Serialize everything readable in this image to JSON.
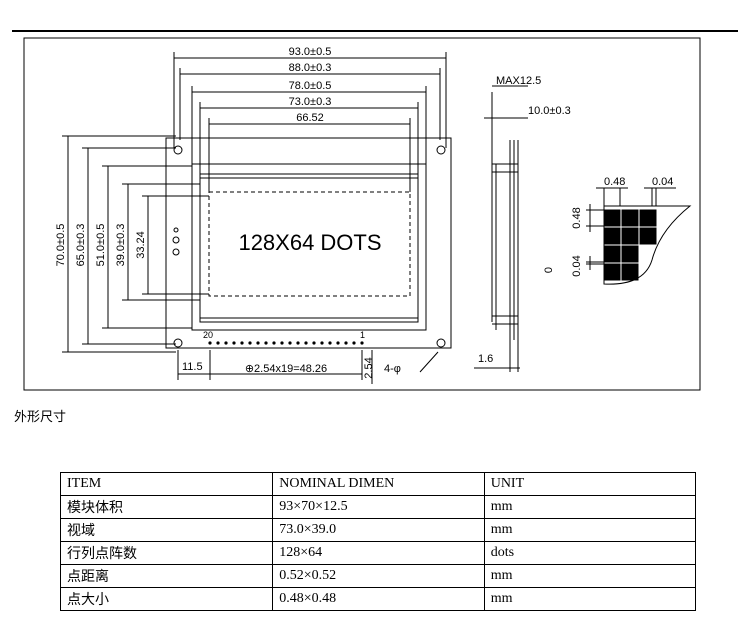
{
  "drawing": {
    "dims": {
      "w93": "93.0±0.5",
      "w88": "88.0±0.3",
      "w78": "78.0±0.5",
      "w73": "73.0±0.3",
      "w66": "66.52",
      "h70": "70.0±0.5",
      "h65": "65.0±0.3",
      "h51": "51.0±0.5",
      "h39": "39.0±0.3",
      "h33": "33.24",
      "pitch": "⊕2.54x19=48.26",
      "offset": "11.5",
      "pin_pitch": "2.54",
      "holes": "4-φ",
      "max_thick": "MAX12.5",
      "thick": "10.0±0.3",
      "pcb": "1.6",
      "dot_size": "0.48",
      "dot_gap": "0.04",
      "dot_size_v": "0.48",
      "dot_gap_v": "0.04",
      "zero": "0"
    },
    "display_text": "128X64 DOTS",
    "pin_first": "20",
    "pin_last": "1"
  },
  "caption": "外形尺寸",
  "table": {
    "headers": [
      "ITEM",
      "NOMINAL DIMEN",
      "UNIT"
    ],
    "rows": [
      {
        "item": "模块体积",
        "value": "93×70×12.5",
        "unit": "mm"
      },
      {
        "item": "视域",
        "value": "73.0×39.0",
        "unit": "mm"
      },
      {
        "item": "行列点阵数",
        "value": "128×64",
        "unit": "dots"
      },
      {
        "item": "点距离",
        "value": "0.52×0.52",
        "unit": "mm"
      },
      {
        "item": "点大小",
        "value": "0.48×0.48",
        "unit": "mm"
      }
    ]
  }
}
